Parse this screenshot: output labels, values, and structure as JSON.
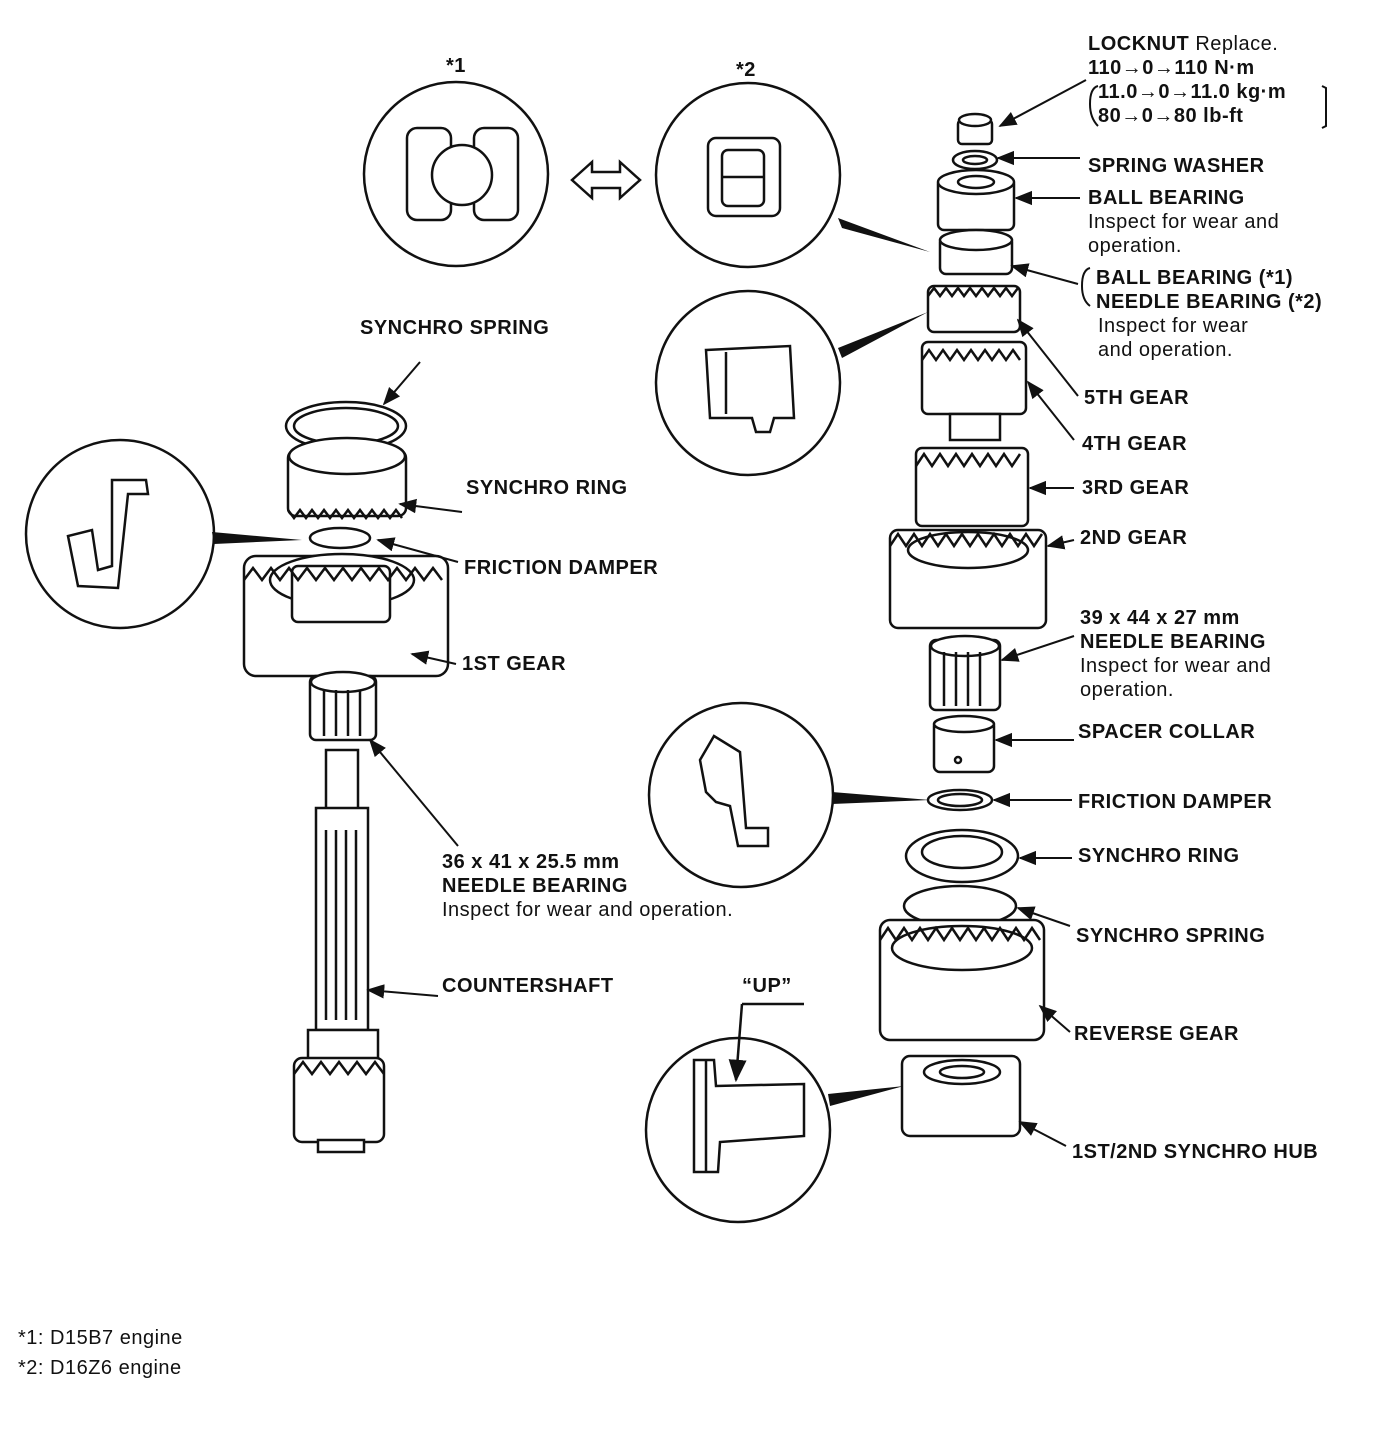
{
  "circles": {
    "c1_tag": "*1",
    "c2_tag": "*2",
    "up_tag": "“UP”"
  },
  "locknut": {
    "title": "LOCKNUT",
    "action": " Replace.",
    "torque_nm": "110→0→110 N·m",
    "torque_kgm": "11.0→0→11.0 kg·m",
    "torque_lbft": "80→0→80 lb-ft"
  },
  "right": {
    "spring_washer": "SPRING WASHER",
    "ball_bearing": "BALL BEARING",
    "ball_bearing_note_1": "Inspect for wear and",
    "ball_bearing_note_2": "operation.",
    "ball_bearing_1": "BALL BEARING (*1)",
    "needle_bearing_2": "NEEDLE BEARING (*2)",
    "bearing_pair_note_1": "Inspect for wear",
    "bearing_pair_note_2": "and operation.",
    "gear5": "5TH GEAR",
    "gear4": "4TH GEAR",
    "gear3": "3RD GEAR",
    "gear2": "2ND GEAR",
    "needle_size": "39 x 44 x 27 mm",
    "needle_title": "NEEDLE BEARING",
    "needle_note_1": "Inspect for wear and",
    "needle_note_2": "operation.",
    "spacer_collar": "SPACER COLLAR",
    "friction_damper": "FRICTION DAMPER",
    "synchro_ring": "SYNCHRO RING",
    "synchro_spring": "SYNCHRO SPRING",
    "reverse_gear": "REVERSE GEAR",
    "synchro_hub": "1ST/2ND SYNCHRO HUB"
  },
  "left": {
    "synchro_spring": "SYNCHRO SPRING",
    "synchro_ring": "SYNCHRO RING",
    "friction_damper": "FRICTION DAMPER",
    "gear1": "1ST GEAR",
    "needle_size": "36 x 41 x 25.5 mm",
    "needle_title": "NEEDLE BEARING",
    "needle_note": "Inspect for wear and operation.",
    "countershaft": "COUNTERSHAFT"
  },
  "footnotes": {
    "note1": "*1: D15B7 engine",
    "note2": "*2: D16Z6 engine"
  }
}
